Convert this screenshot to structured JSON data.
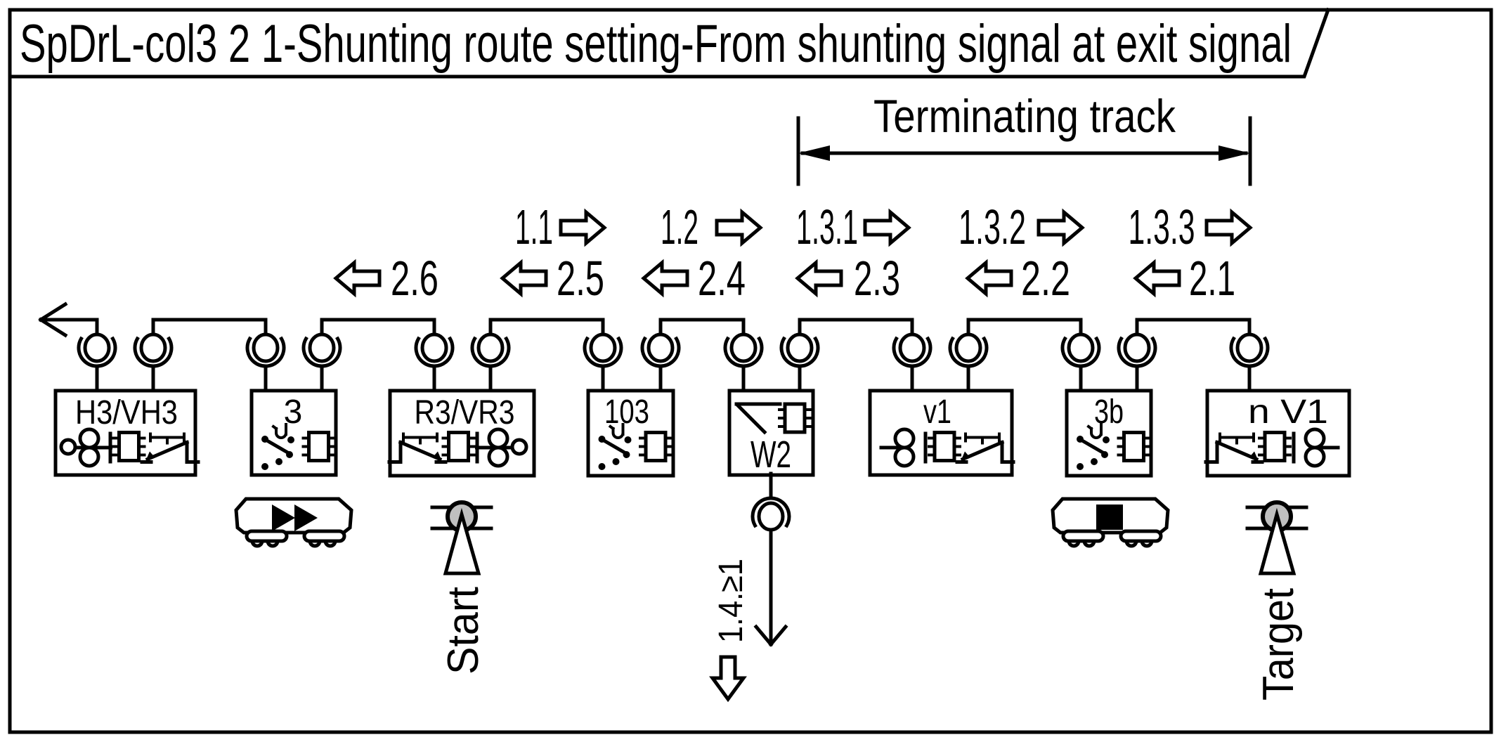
{
  "title": "SpDrL-col3 2 1-Shunting route setting-From shunting signal at exit signal",
  "dimension_label": "Terminating track",
  "route_forward": [
    "1.1",
    "1.2",
    "1.3.1",
    "1.3.2",
    "1.3.3"
  ],
  "route_reverse": [
    "2.6",
    "2.5",
    "2.4",
    "2.3",
    "2.2",
    "2.1"
  ],
  "branch_label": "1.4.≥1",
  "modules": [
    "H3/VH3",
    "3",
    "R3/VR3",
    "103",
    "W2",
    "v1",
    "3b",
    "n V1"
  ],
  "signals": {
    "start": "Start",
    "target": "Target"
  },
  "colors": {
    "ink": "#000000",
    "paper": "#ffffff",
    "lamp_gray": "#bfbfbf"
  }
}
